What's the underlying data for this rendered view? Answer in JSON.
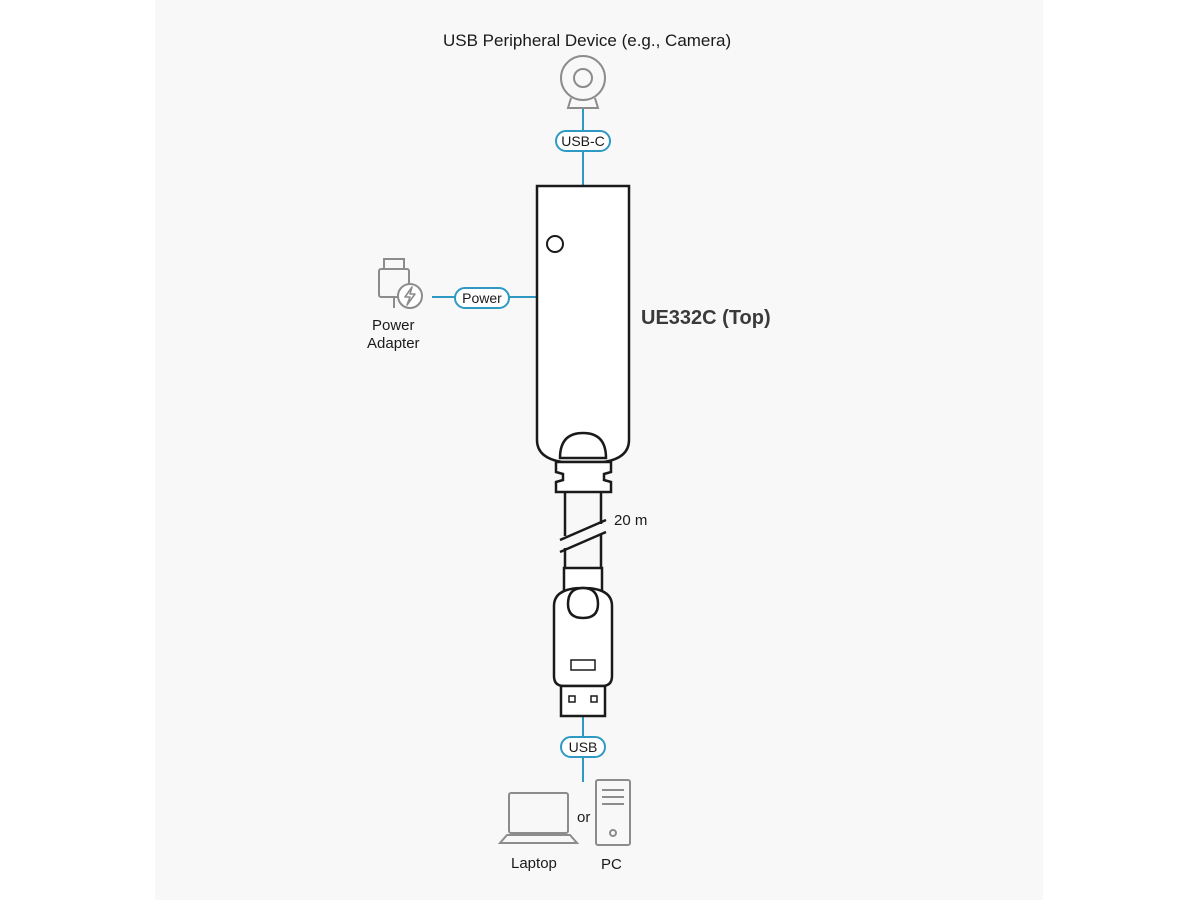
{
  "device": {
    "top_label": "USB Peripheral Device (e.g., Camera)",
    "connector_usbc": "USB-C",
    "power_connector": "Power",
    "power_adapter_line1": "Power",
    "power_adapter_line2": "Adapter",
    "product_label": "UE332C (Top)",
    "cable_length": "20 m",
    "connector_usb": "USB",
    "host_or": "or",
    "host_laptop": "Laptop",
    "host_pc": "PC"
  },
  "colors": {
    "accent": "#2e9ac4",
    "outline": "#1a1a1a",
    "icon_gray": "#8c8c8c",
    "panel_bg": "#f8f8f8"
  },
  "icons": [
    "camera-icon",
    "power-adapter-icon",
    "lightning-icon",
    "laptop-icon",
    "pc-tower-icon"
  ]
}
